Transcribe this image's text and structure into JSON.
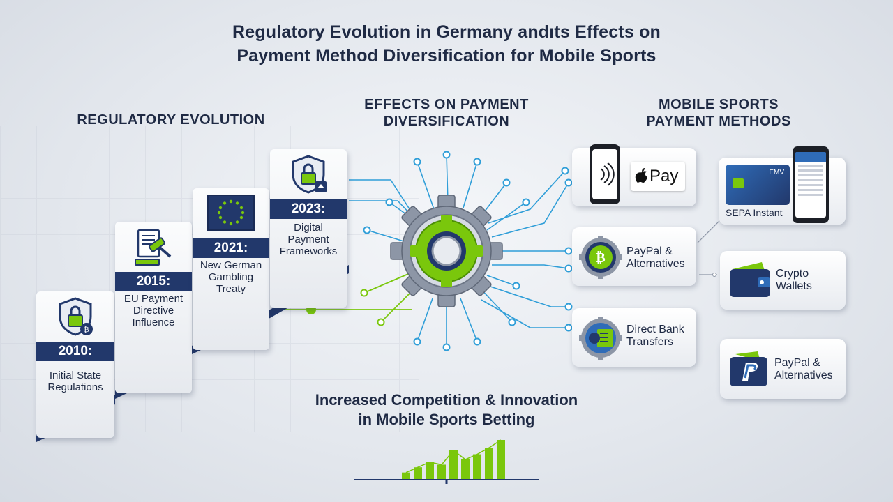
{
  "title_line1": "Regulatory Evolution in Germany andıts Effects on",
  "title_line2": "Payment Method Diversification for Mobile Sports",
  "sections": {
    "regulatory": "REGULATORY EVOLUTION",
    "effects_line1": "EFFECTS ON PAYMENT",
    "effects_line2": "DIVERSIFICATION",
    "methods_line1": "MOBILE SPORTS",
    "methods_line2": "PAYMENT METHODS"
  },
  "timeline": [
    {
      "year": "2010:",
      "label_lines": [
        "Initial State",
        "Regulations"
      ],
      "icon": "shield-lock-icon"
    },
    {
      "year": "2015:",
      "label_lines": [
        "EU Payment",
        "Directive",
        "Influence"
      ],
      "icon": "gavel-document-icon"
    },
    {
      "year": "2021:",
      "label_lines": [
        "New German",
        "Gambling",
        "Treaty"
      ],
      "icon": "eu-flag-icon"
    },
    {
      "year": "2023:",
      "label_lines": [
        "Digital",
        "Payment",
        "Frameworks"
      ],
      "icon": "shield-lock-icon"
    }
  ],
  "methods_left": [
    {
      "label": "Pay",
      "icon": "contactless-phone-icon",
      "brand": "apple-pay-icon"
    },
    {
      "label_lines": [
        "PayPal &",
        "Alternatives"
      ],
      "icon": "bitcoin-gear-icon"
    },
    {
      "label_lines": [
        "Direct Bank",
        "Transfers"
      ],
      "icon": "bank-gear-icon"
    }
  ],
  "methods_right": [
    {
      "label": "SEPA Instant",
      "icon": "card-and-phone-icon",
      "card_text": "EMV"
    },
    {
      "label_lines": [
        "Crypto",
        "Wallets"
      ],
      "icon": "wallet-icon"
    },
    {
      "label_lines": [
        "PayPal &",
        "Alternatives"
      ],
      "icon": "paypal-icon"
    }
  ],
  "bottom_line1": "Increased Competition & Innovation",
  "bottom_line2": "in Mobile Sports Betting",
  "growth_bars": [
    10,
    18,
    26,
    22,
    44,
    30,
    38,
    48,
    60
  ],
  "colors": {
    "navy": "#22386b",
    "green": "#7ac70c",
    "blue": "#2f9ed8"
  }
}
